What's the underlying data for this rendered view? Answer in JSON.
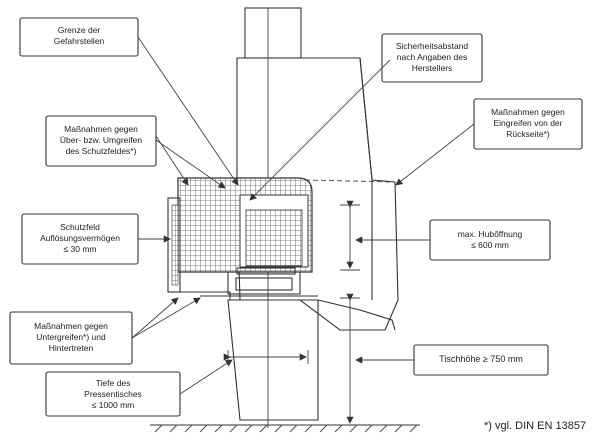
{
  "labels": {
    "grenze": "Grenze der\nGefahrstellen",
    "sicherheitsabstand": "Sicherheitsabstand\nnach Angaben des\nHerstellers",
    "massnahmen_rueckseite": "Maßnahmen gegen\nEingreifen von der\nRückseite*)",
    "massnahmen_schutzfeld": "Maßnahmen gegen\nÜber- bzw. Umgreifen\ndes Schutzfeldes*)",
    "schutzfeld": "Schutzfeld\nAuflösungsvermögen\n≤ 30 mm",
    "hub": "max. Hubôffnung\n≤ 600 mm",
    "untergreifen": "Maßnahmen gegen\nUntergreifen*) und\nHintertreten",
    "tischhoehe": "Tischhöhe  ≥ 750 mm",
    "tiefe": "Tiefe des\nPressentisches\n≤ 1000 mm"
  },
  "footnote": "*) vgl. DIN EN 13857"
}
